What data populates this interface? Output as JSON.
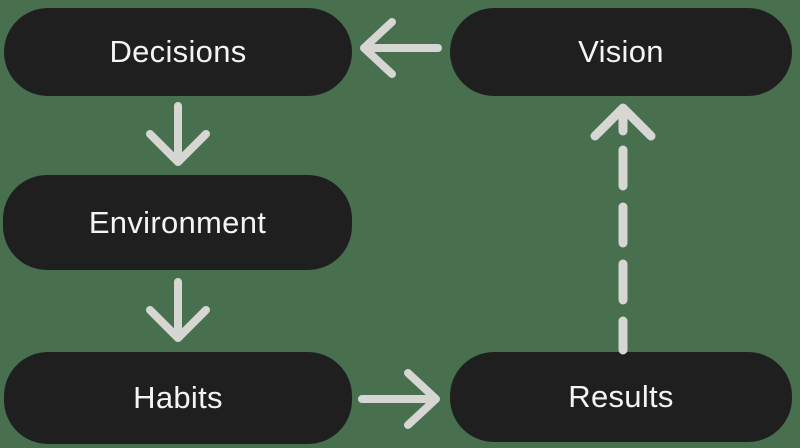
{
  "diagram": {
    "colors": {
      "background": "#48704F",
      "node_fill": "#1E1F1E",
      "node_text": "#F4F4F4",
      "arrow": "#D6D6D3"
    },
    "nodes": [
      {
        "id": "decisions",
        "label": "Decisions"
      },
      {
        "id": "environment",
        "label": "Environment"
      },
      {
        "id": "habits",
        "label": "Habits"
      },
      {
        "id": "results",
        "label": "Results"
      },
      {
        "id": "vision",
        "label": "Vision"
      }
    ],
    "arrows": [
      {
        "name": "arrow-decisions-to-environment",
        "from": "decisions",
        "to": "environment",
        "direction": "down",
        "style": "solid"
      },
      {
        "name": "arrow-environment-to-habits",
        "from": "environment",
        "to": "habits",
        "direction": "down",
        "style": "solid"
      },
      {
        "name": "arrow-habits-to-results",
        "from": "habits",
        "to": "results",
        "direction": "right",
        "style": "solid"
      },
      {
        "name": "arrow-results-to-vision",
        "from": "results",
        "to": "vision",
        "direction": "up",
        "style": "dashed"
      },
      {
        "name": "arrow-vision-to-decisions",
        "from": "vision",
        "to": "decisions",
        "direction": "left",
        "style": "solid"
      }
    ]
  }
}
